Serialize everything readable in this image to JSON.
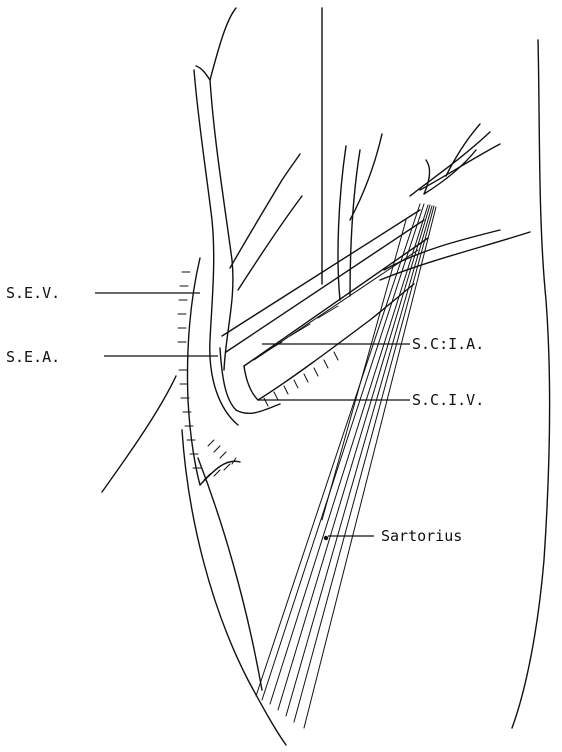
{
  "figure": {
    "labels": {
      "sev": "S.E.V.",
      "sea": "S.E.A.",
      "scia": "S.C:I.A.",
      "sciv": "S.C.I.V.",
      "sartorius": "Sartorius"
    }
  }
}
